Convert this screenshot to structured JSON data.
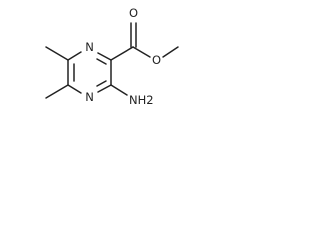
{
  "molecule": {
    "atoms": {
      "ring_n_top": "N",
      "ring_n_bottom": "N",
      "carbonyl_o": "O",
      "ester_o": "O",
      "amine": "NH2"
    }
  }
}
